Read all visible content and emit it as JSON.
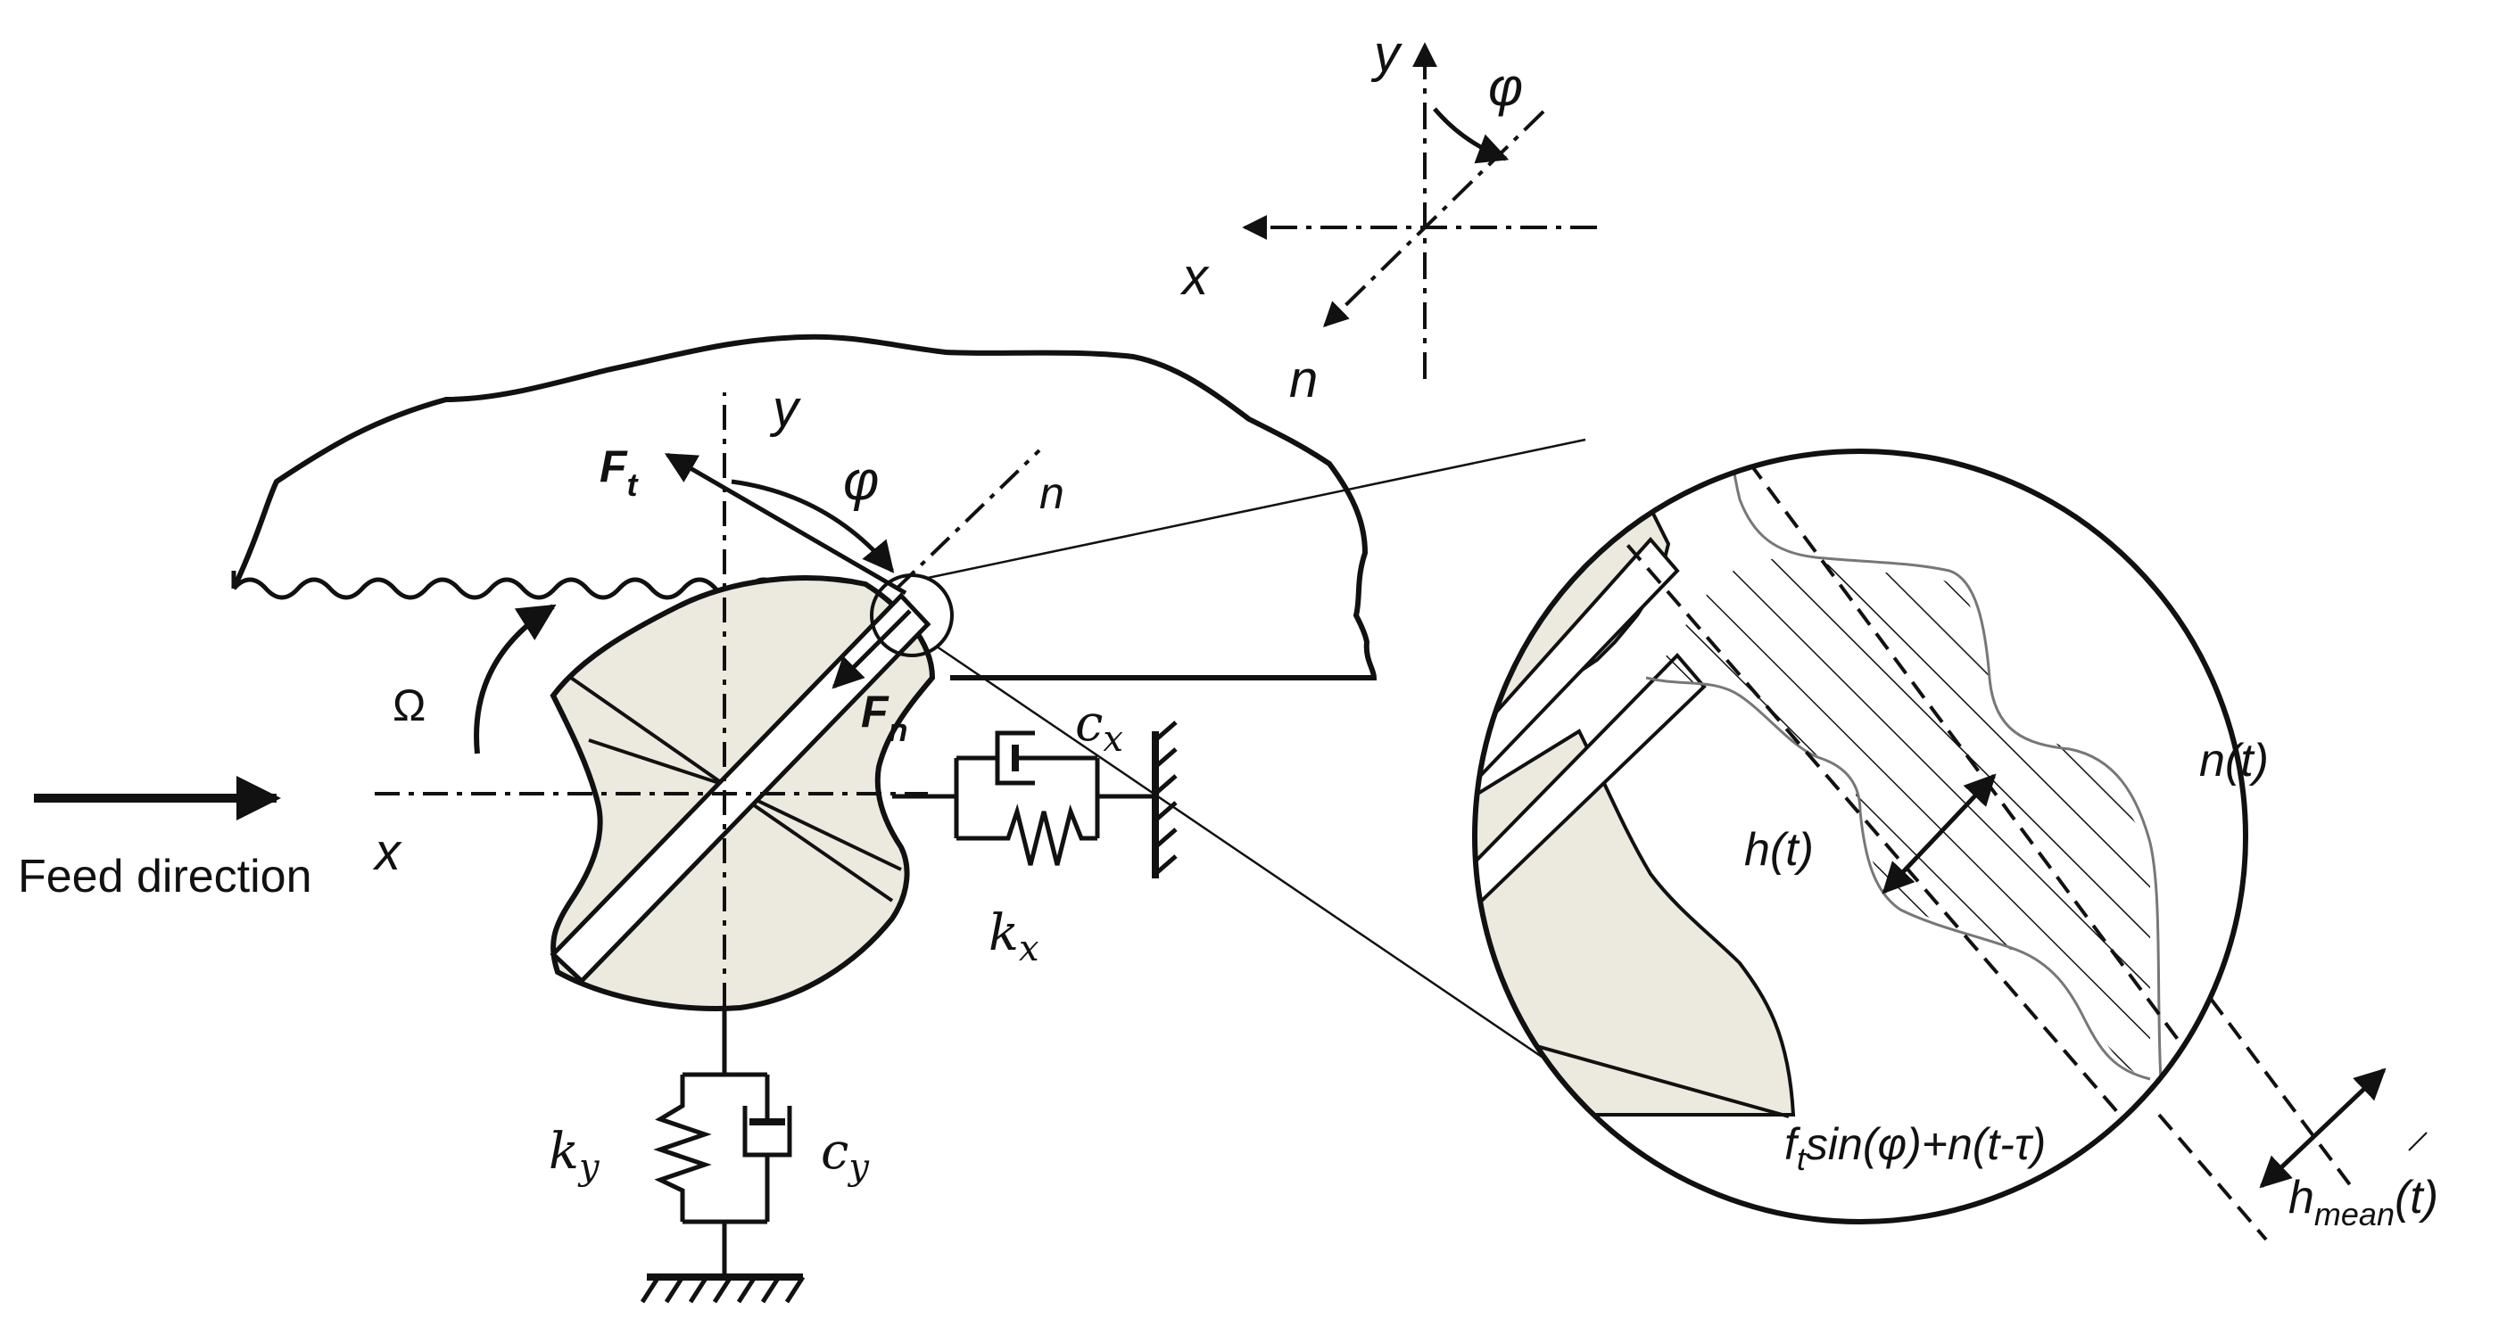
{
  "labels": {
    "inset_axis_y": "y",
    "inset_axis_x": "x",
    "inset_axis_n": "n",
    "inset_angle": "φ",
    "main_axis_y": "y",
    "main_axis_x": "x",
    "main_axis_n": "n",
    "main_angle": "φ",
    "force_t_base": "F",
    "force_t_sub": "t",
    "force_n_base": "F",
    "force_n_sub": "n",
    "spindle_speed": "Ω",
    "feed_direction": "Feed direction",
    "spring_x_base": "k",
    "spring_x_sub": "x",
    "damper_x_base": "c",
    "damper_x_sub": "x",
    "spring_y_base": "k",
    "spring_y_sub": "y",
    "damper_y_base": "c",
    "damper_y_sub": "y",
    "chip_thickness": "h(t)",
    "normal_displacement": "n(t)",
    "previous_surface_a": "f",
    "previous_surface_sub": "t",
    "previous_surface_b": "sin(φ)+n(t-τ)",
    "mean_thickness_base": "h",
    "mean_thickness_sub": "mean",
    "mean_thickness_tail": "(t)"
  },
  "colors": {
    "tool_fill": "#ece9df",
    "line": "#111111"
  }
}
